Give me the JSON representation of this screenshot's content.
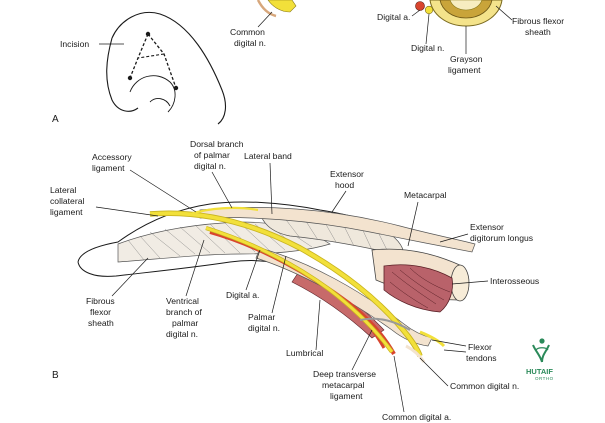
{
  "panel_a": {
    "letter": "A",
    "labels": {
      "incision": "Incision",
      "common_digital_n_1": "Common",
      "common_digital_n_2": "digital n.",
      "digital_a": "Digital a.",
      "digital_n": "Digital n.",
      "fibrous_flexor_1": "Fibrous flexor",
      "fibrous_flexor_2": "sheath",
      "grayson_1": "Grayson",
      "grayson_2": "ligament"
    }
  },
  "panel_b": {
    "letter": "B",
    "labels": {
      "accessory_1": "Accessory",
      "accessory_2": "ligament",
      "dorsal_1": "Dorsal branch",
      "dorsal_2": "of palmar",
      "dorsal_3": "digital n.",
      "lateral_band": "Lateral band",
      "ext_hood_1": "Extensor",
      "ext_hood_2": "hood",
      "lat_coll_1": "Lateral",
      "lat_coll_2": "collateral",
      "lat_coll_3": "ligament",
      "metacarpal": "Metacarpal",
      "edl_1": "Extensor",
      "edl_2": "digitorum longus",
      "interosseous": "Interosseous",
      "fibrous_1": "Fibrous",
      "fibrous_2": "flexor",
      "fibrous_3": "sheath",
      "ventral_1": "Ventrical",
      "ventral_2": "branch of",
      "ventral_3": "palmar",
      "ventral_4": "digital n.",
      "digital_a": "Digital a.",
      "palmar_1": "Palmar",
      "palmar_2": "digital n.",
      "lumbrical": "Lumbrical",
      "flexor_1": "Flexor",
      "flexor_2": "tendons",
      "dtml_1": "Deep transverse",
      "dtml_2": "metacarpal",
      "dtml_3": "ligament",
      "common_n": "Common digital n.",
      "common_a": "Common digital a."
    }
  },
  "logo": {
    "name": "HUTAIF",
    "sub": "ORTHO"
  },
  "colors": {
    "nerve": "#f2e03a",
    "artery": "#d8452e",
    "muscle": "#b9626a",
    "tendon": "#f3e3cf",
    "logo": "#2b8a5a"
  }
}
